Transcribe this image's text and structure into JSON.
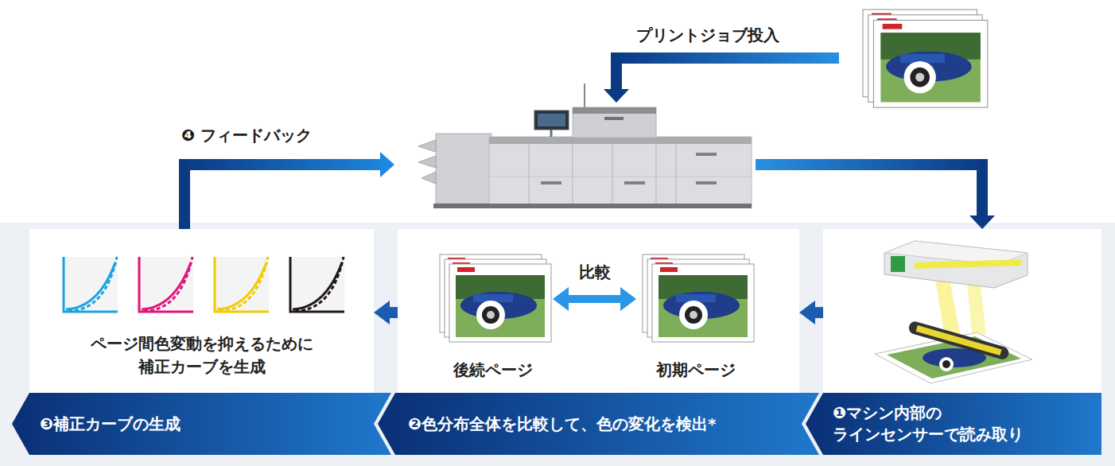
{
  "diagram": {
    "nodes": [
      {
        "text": [
          "❶マシン内部の ラインセンサーで読み取り"
        ]
      },
      {
        "text": [
          "❷色分布全体を比較して、色の変化を検出*"
        ]
      },
      {
        "text": [
          "初期ページ"
        ],
        "in": 1
      },
      {
        "text": [
          "後続ページ"
        ],
        "in": 1
      },
      {
        "text": [
          "❸補正カーブの生成",
          "ページ間色変動を抑えるために 補正カーブを生成"
        ]
      }
    ],
    "edges": [
      {
        "from": 0,
        "to": 1,
        "arrow": "to"
      },
      {
        "from": 1,
        "to": 4,
        "arrow": "to"
      },
      {
        "from": 3,
        "to": 2,
        "label": "比較",
        "arrow": "both"
      }
    ],
    "labels": [
      "プリントジョブ投入",
      "❹ フィードバック"
    ]
  }
}
